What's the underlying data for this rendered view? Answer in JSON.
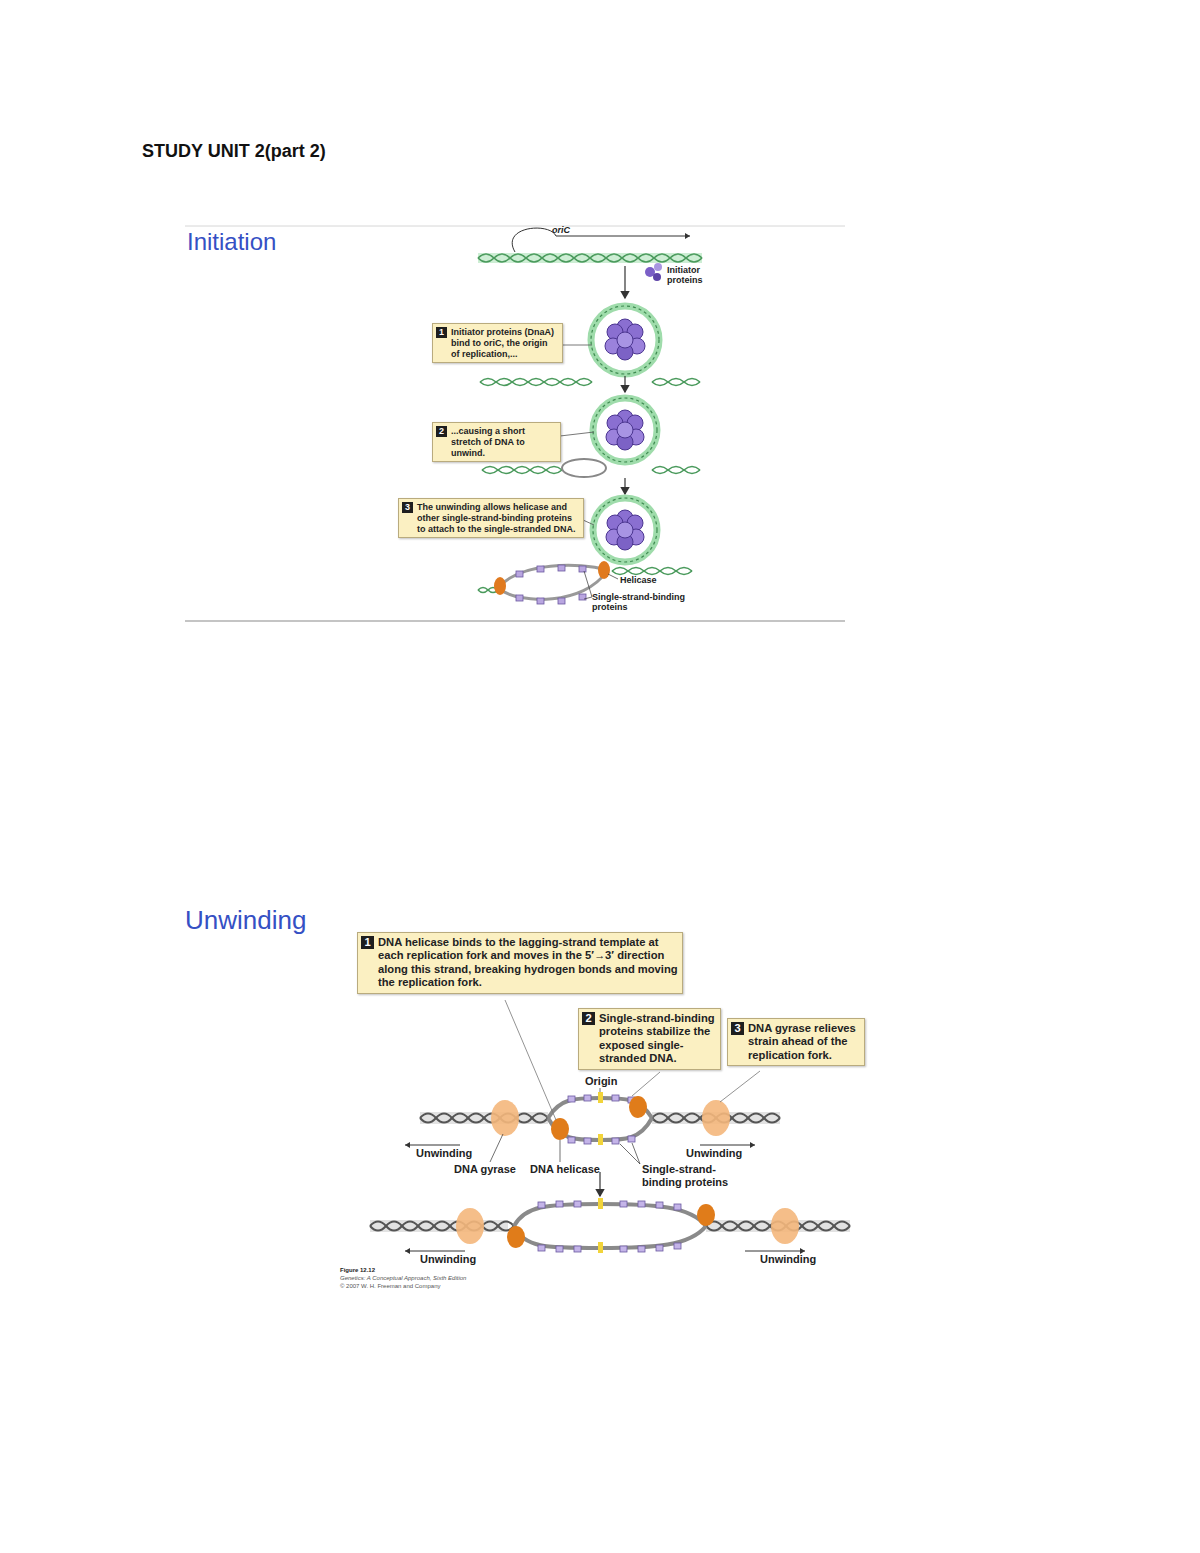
{
  "diagram": {
    "title": "STUDY UNIT 2(part 2)",
    "nodes": [
      {
        "text": [
          "1",
          "Initiator proteins (DnaA) bind to oriC, the origin of replication,..."
        ]
      },
      {
        "text": [
          "2",
          "...causing a short stretch of DNA to unwind."
        ]
      },
      {
        "text": [
          "3",
          "The unwinding allows helicase and other single-strand-binding proteins to attach to the single-stranded DNA."
        ]
      },
      {
        "text": [
          "1",
          "DNA helicase binds to the lagging-strand template at each replication fork and moves in the 5′→3′ direction along this strand, breaking hydrogen bonds and moving the replication fork."
        ]
      },
      {
        "text": [
          "2",
          "Single-strand-binding proteins stabilize the exposed single-stranded DNA."
        ]
      },
      {
        "text": [
          "3",
          "DNA gyrase relieves strain ahead of the replication fork."
        ]
      }
    ],
    "labels": [
      "Initiation",
      "oriC",
      "Initiator proteins",
      "Helicase",
      "Single-strand-binding proteins",
      "Unwinding",
      "Origin",
      "Unwinding",
      "Unwinding",
      "DNA gyrase",
      "DNA helicase",
      "Single-strand-binding proteins",
      "Unwinding",
      "Unwinding",
      "Figure 12.12",
      "Genetics: A Conceptual Approach, Sixth Edition",
      "© 2007 W. H. Freeman and Company"
    ]
  }
}
